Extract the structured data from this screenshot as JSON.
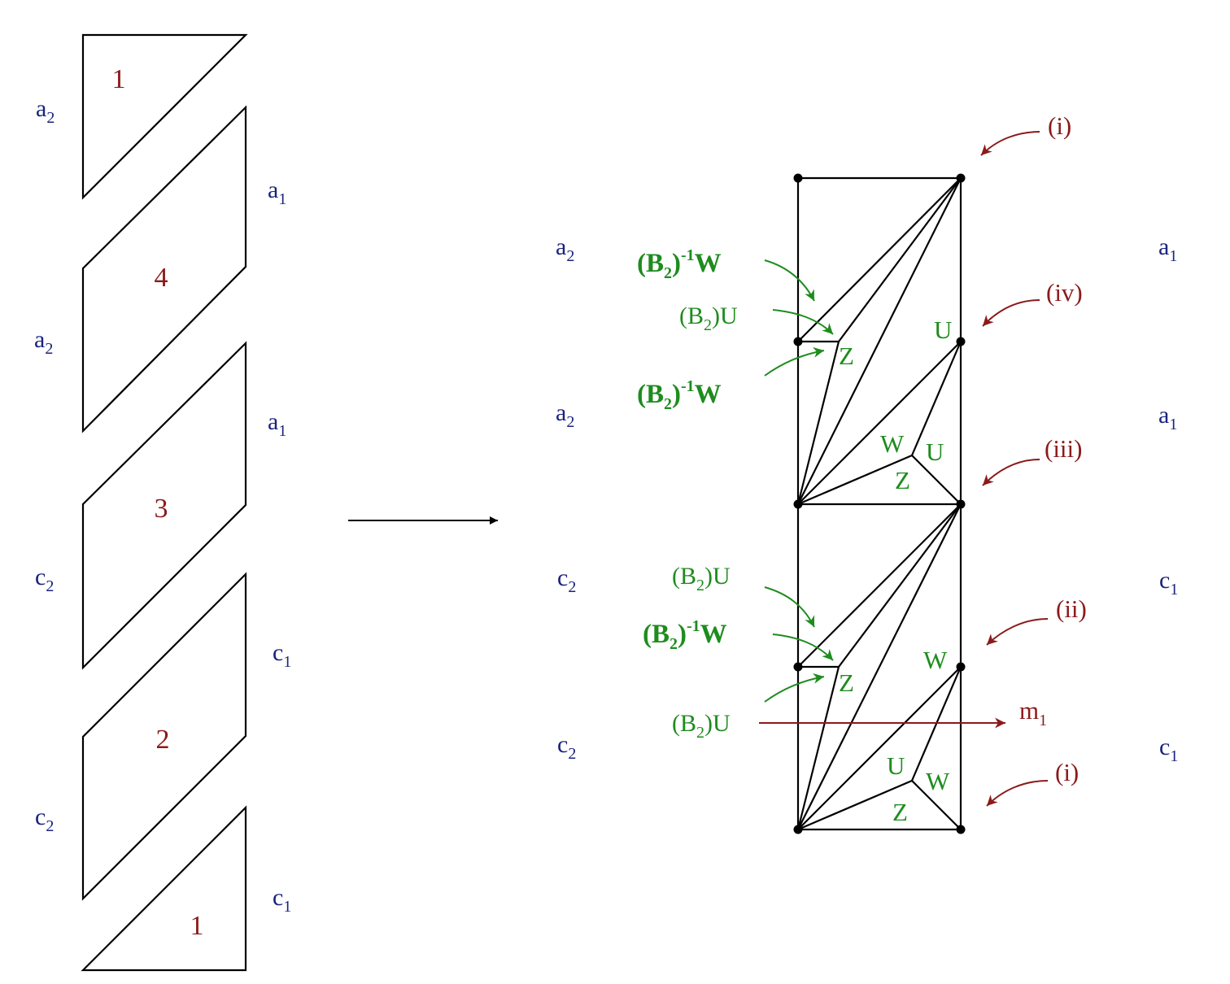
{
  "left_pieces": {
    "numbers": [
      "1",
      "4",
      "3",
      "2",
      "1"
    ],
    "side_labels": {
      "a2_top": {
        "base": "a",
        "sub": "2"
      },
      "a1_top": {
        "base": "a",
        "sub": "1"
      },
      "a2_mid": {
        "base": "a",
        "sub": "2"
      },
      "a1_mid": {
        "base": "a",
        "sub": "1"
      },
      "c2_mid": {
        "base": "c",
        "sub": "2"
      },
      "c1_mid": {
        "base": "c",
        "sub": "1"
      },
      "c2_bot": {
        "base": "c",
        "sub": "2"
      },
      "c1_bot": {
        "base": "c",
        "sub": "1"
      }
    }
  },
  "right_figure": {
    "left_labels": [
      {
        "base": "a",
        "sub": "2"
      },
      {
        "base": "a",
        "sub": "2"
      },
      {
        "base": "c",
        "sub": "2"
      },
      {
        "base": "c",
        "sub": "2"
      }
    ],
    "right_labels": [
      {
        "base": "a",
        "sub": "1"
      },
      {
        "base": "a",
        "sub": "1"
      },
      {
        "base": "c",
        "sub": "1"
      },
      {
        "base": "c",
        "sub": "1"
      }
    ],
    "roman_markers": [
      "(i)",
      "(iv)",
      "(iii)",
      "(ii)",
      "(i)"
    ],
    "annotations": {
      "binv_w": {
        "pre": "(B",
        "sub": "2",
        "mid": ")",
        "sup": "-1",
        "post": "W"
      },
      "b_u": {
        "pre": "(B",
        "sub": "2",
        "post": ")U"
      }
    },
    "vertex_letters": {
      "z1": "Z",
      "u_top": "U",
      "w1": "W",
      "u1": "U",
      "z2": "Z",
      "z3": "Z",
      "w_mid": "W",
      "u2": "U",
      "w2": "W",
      "z4": "Z"
    },
    "m1_label": {
      "base": "m",
      "sub": "1"
    }
  },
  "colors": {
    "edges": "#000000",
    "side_labels": "#1a237e",
    "numbers_and_markers": "#8b1a1a",
    "annotations": "#1e8c1e"
  }
}
